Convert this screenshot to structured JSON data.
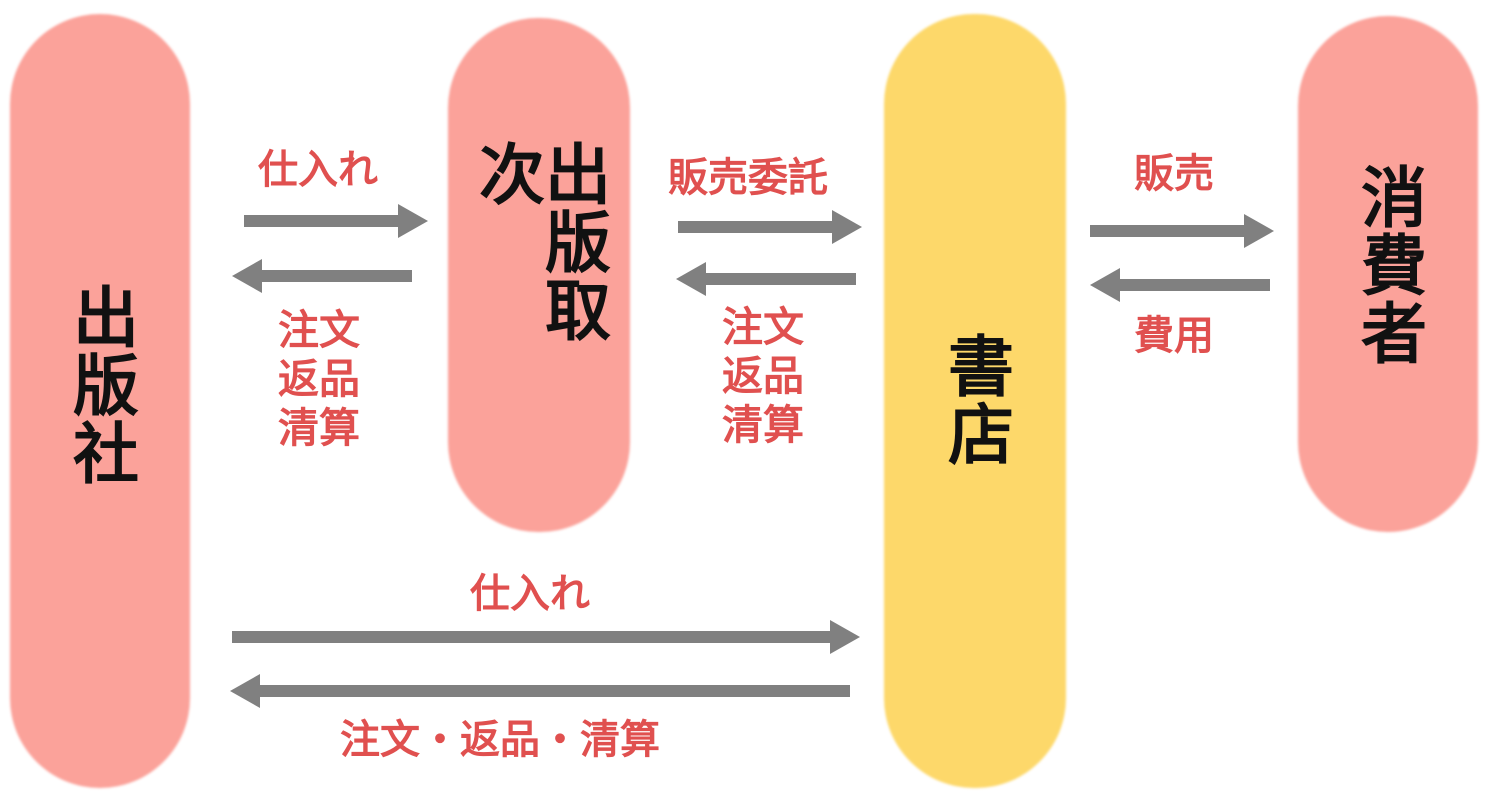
{
  "colors": {
    "pill_pink": "#fba29a",
    "pill_yellow": "#fdd86a",
    "arrow": "#808080",
    "label_red": "#e0504f",
    "text": "#111111"
  },
  "nodes": {
    "publisher": "出版社",
    "distributor": "出版取次",
    "bookstore": "書店",
    "consumer": "消費者"
  },
  "flows": {
    "pub_to_dist_top": "仕入れ",
    "pub_to_dist_bottom": [
      "注文",
      "返品",
      "清算"
    ],
    "dist_to_store_top": "販売委託",
    "dist_to_store_bottom": [
      "注文",
      "返品",
      "清算"
    ],
    "store_to_consumer_top": "販売",
    "store_to_consumer_bottom": "費用",
    "pub_to_store_top": "仕入れ",
    "pub_to_store_bottom": "注文・返品・清算"
  }
}
